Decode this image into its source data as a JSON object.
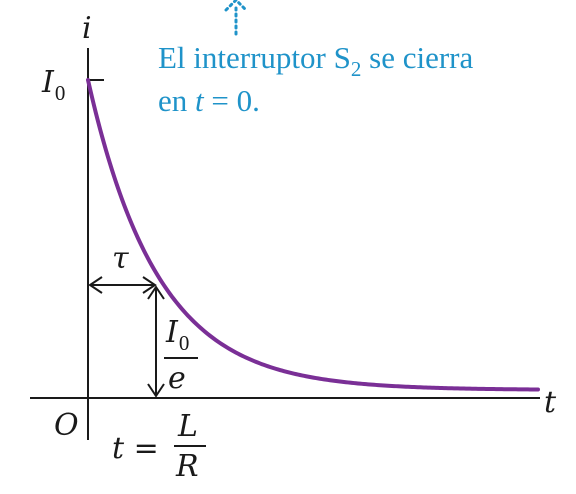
{
  "axes": {
    "y_label": "i",
    "x_label": "t",
    "origin_label": "O"
  },
  "initial_label": {
    "base": "I",
    "sub": "0"
  },
  "annotation": {
    "line1_prefix": "El interruptor ",
    "switch_base": "S",
    "switch_sub": "2",
    "line1_suffix": " se cierra",
    "line2_prefix": "en ",
    "line2_var": "t",
    "line2_rest": " = 0."
  },
  "tau_label": "τ",
  "value_label": {
    "num_base": "I",
    "num_sub": "0",
    "den": "e"
  },
  "time_const": {
    "lhs": "t =",
    "num": "L",
    "den": "R"
  },
  "colors": {
    "curve": "#7a2f96",
    "annotation": "#1f93c9",
    "axis": "#1a1a1a"
  }
}
